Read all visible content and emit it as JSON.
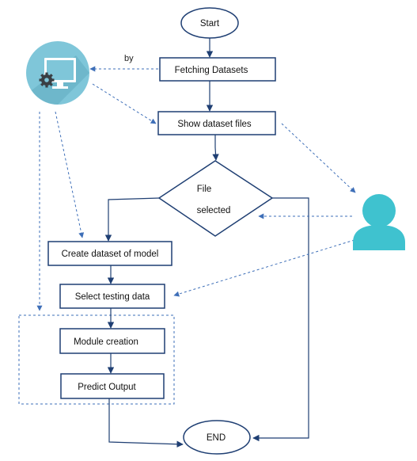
{
  "nodes": {
    "start": "Start",
    "fetching": "Fetching Datasets",
    "show_files": "Show dataset files",
    "decision_line1": "File",
    "decision_line2": "selected",
    "create_dataset": "Create dataset of model",
    "select_testing": "Select testing data",
    "module_creation": "Module creation",
    "predict_output": "Predict Output",
    "end": "END"
  },
  "edge_labels": {
    "by": "by"
  },
  "icons": {
    "system": "computer-settings-icon",
    "user": "user-icon"
  },
  "colors": {
    "box_border": "#1f3f73",
    "arrow_solid": "#1f3f73",
    "arrow_dashed": "#3e6fb8",
    "system_circle": "#7fc6d9",
    "user_fill": "#3fc2cf",
    "group_border": "#3e6fb8"
  }
}
